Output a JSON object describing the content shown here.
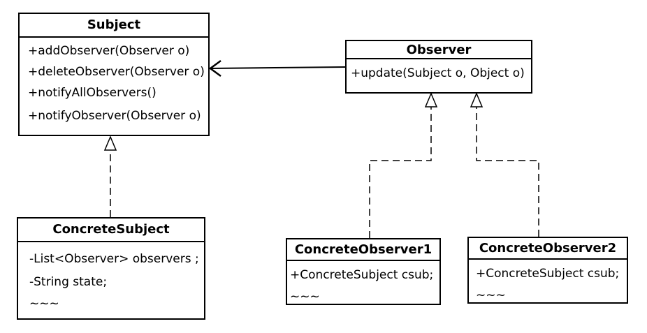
{
  "classes": {
    "subject": {
      "name": "Subject",
      "members": [
        "+addObserver(Observer o)",
        "+deleteObserver(Observer o)",
        "+notifyAllObservers()",
        "+notifyObserver(Observer o)"
      ]
    },
    "observer": {
      "name": "Observer",
      "members": [
        "+update(Subject o, Object o)"
      ]
    },
    "concrete_subject": {
      "name": "ConcreteSubject",
      "members": [
        "-List<Observer> observers ;",
        "-String state;",
        "~~~"
      ]
    },
    "concrete_observer1": {
      "name": "ConcreteObserver1",
      "members": [
        "+ConcreteSubject  csub;",
        "~~~"
      ]
    },
    "concrete_observer2": {
      "name": "ConcreteObserver2",
      "members": [
        "+ConcreteSubject  csub;",
        "~~~"
      ]
    }
  },
  "relations": [
    {
      "from": "observer",
      "to": "subject",
      "type": "association"
    },
    {
      "from": "concrete_subject",
      "to": "subject",
      "type": "realization"
    },
    {
      "from": "concrete_observer1",
      "to": "observer",
      "type": "realization"
    },
    {
      "from": "concrete_observer2",
      "to": "observer",
      "type": "realization"
    }
  ]
}
